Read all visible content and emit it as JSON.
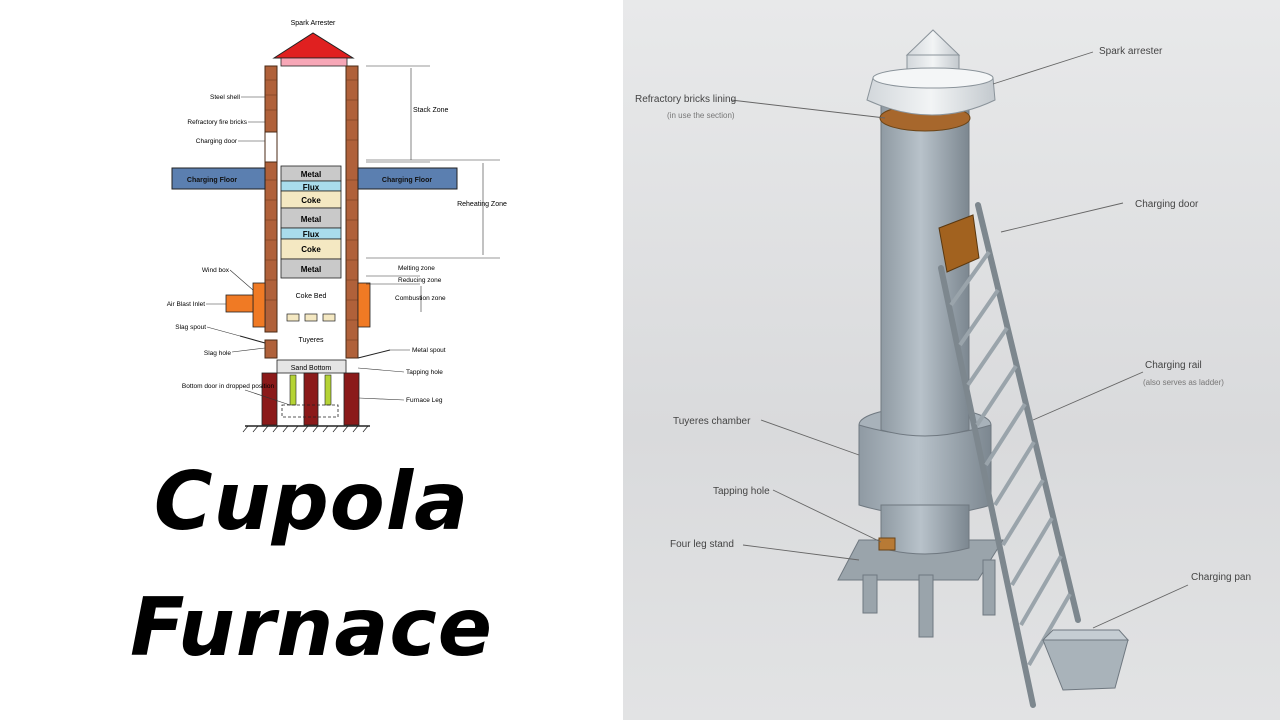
{
  "title": {
    "line1": "Cupola",
    "line2": "Furnace"
  },
  "schematic": {
    "labels": {
      "spark_arrester": "Spark Arrester",
      "steel_shell": "Steel shell",
      "refractory_bricks": "Refractory fire bricks",
      "charging_door": "Charging door",
      "charging_floor_left": "Charging Floor",
      "charging_floor_right": "Charging Floor",
      "stack_zone": "Stack Zone",
      "reheating_zone": "Reheating Zone",
      "melting_zone": "Melting zone",
      "reducing_zone": "Reducing zone",
      "combustion_zone": "Combustion zone",
      "wind_box": "Wind box",
      "air_blast_inlet": "Air Blast Inlet",
      "slag_spout": "Slag spout",
      "slag_hole": "Slag hole",
      "coke_bed": "Coke Bed",
      "tuyeres": "Tuyeres",
      "metal_spout": "Metal spout",
      "tapping_hole": "Tapping hole",
      "sand_bottom": "Sand Bottom",
      "bottom_door": "Bottom door in dropped position",
      "furnace_leg": "Furnace Leg"
    },
    "charge_layers": [
      "Metal",
      "Flux",
      "Coke",
      "Metal",
      "Flux",
      "Coke",
      "Metal"
    ],
    "colors": {
      "brick": "#b0613a",
      "charging_floor": "#5b7fb0",
      "metal": "#c9c9c9",
      "flux": "#a9dcec",
      "coke": "#f4e8c2",
      "spark_arrester": "#e02020",
      "leg": "#8b1a1a",
      "wind_box": "#f07a24"
    }
  },
  "model": {
    "labels": {
      "spark_arrester": "Spark arrester",
      "refractory_lining": "Refractory bricks lining",
      "refractory_lining_note": "(in use the section)",
      "charging_door": "Charging door",
      "charging_rail": "Charging rail",
      "charging_rail_note": "(also serves as ladder)",
      "tuyeres_chamber": "Tuyeres chamber",
      "tapping_hole": "Tapping hole",
      "four_leg_stand": "Four leg stand",
      "charging_pan": "Charging pan"
    }
  }
}
